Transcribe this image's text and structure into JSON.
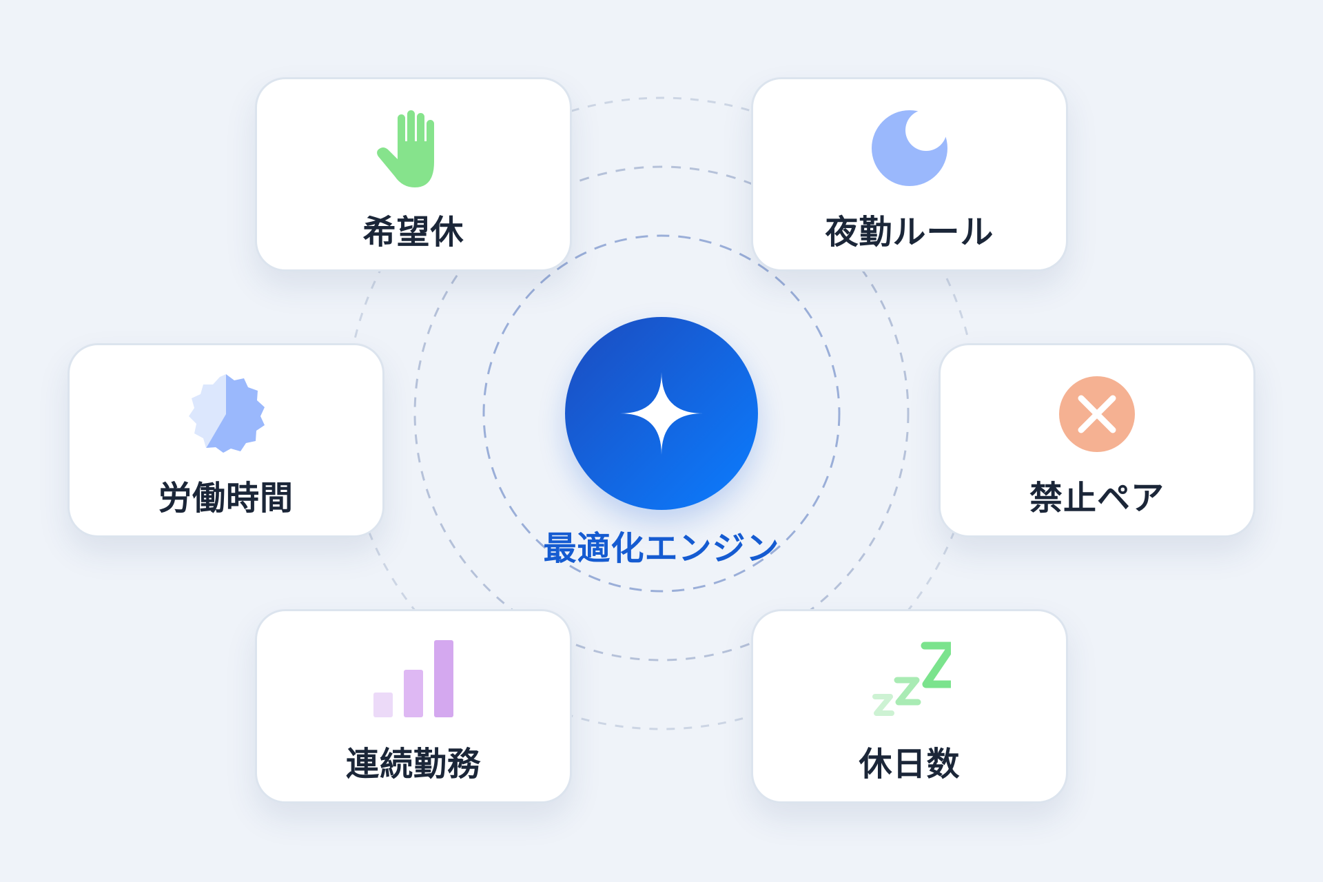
{
  "center": {
    "label": "最適化エンジン",
    "icon": "sparkle-icon",
    "gradient": [
      "#1c4cbf",
      "#0b7dff"
    ],
    "label_color": "#155bd1"
  },
  "constraints": [
    {
      "label": "希望休",
      "icon": "raised-hand-icon",
      "color": "#86e38c"
    },
    {
      "label": "夜勤ルール",
      "icon": "crescent-moon-icon",
      "color": "#9ab8fc"
    },
    {
      "label": "労働時間",
      "icon": "clock-badge-icon",
      "color": "#9ab8fc"
    },
    {
      "label": "禁止ペア",
      "icon": "close-circle-icon",
      "color": "#f5b192"
    },
    {
      "label": "連続勤務",
      "icon": "bar-chart-icon",
      "color": "#d4a8ef"
    },
    {
      "label": "休日数",
      "icon": "zzz-sleep-icon",
      "color": "#7be38d"
    }
  ],
  "colors": {
    "background": "#eff3f9",
    "card": "#ffffff",
    "card_border": "#dce4ee",
    "card_text": "#1b2638",
    "ring": "#9fb0d2"
  }
}
